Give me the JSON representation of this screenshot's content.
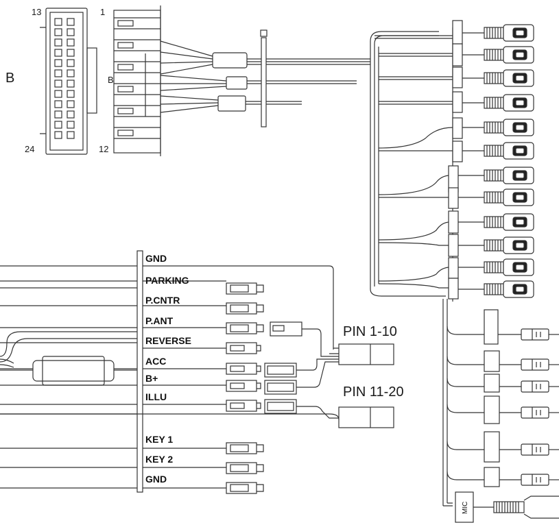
{
  "connector": {
    "side_label": "B",
    "face_label": "B",
    "pin_top_left": "13",
    "pin_top_right": "1",
    "pin_bottom_left": "24",
    "pin_bottom_right": "12"
  },
  "wires": [
    {
      "label": "GND"
    },
    {
      "label": "PARKING"
    },
    {
      "label": "P.CNTR"
    },
    {
      "label": "P.ANT"
    },
    {
      "label": "REVERSE"
    },
    {
      "label": "ACC"
    },
    {
      "label": "B+"
    },
    {
      "label": "ILLU"
    },
    {
      "label": "KEY 1"
    },
    {
      "label": "KEY 2"
    },
    {
      "label": "GND"
    }
  ],
  "plugs": {
    "pin_1_10": "PIN 1-10",
    "pin_11_20": "PIN 11-20"
  },
  "mic": {
    "label": "MIC"
  },
  "colors": {
    "line": "#333333",
    "accent": "#111111",
    "background": "#ffffff"
  }
}
